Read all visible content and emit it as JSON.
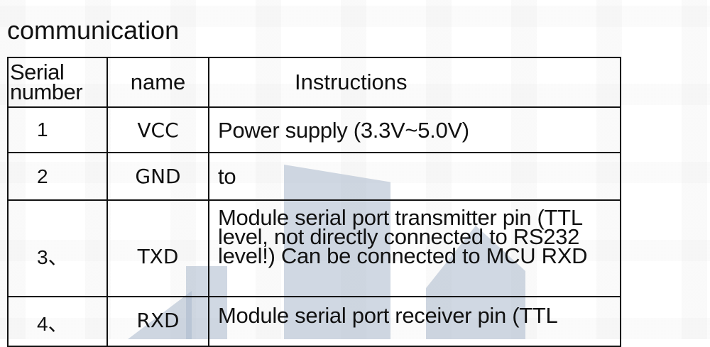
{
  "heading": "communication",
  "table": {
    "headers": {
      "serial_line1": "Serial",
      "serial_line2": "number",
      "name": "name",
      "instructions": "Instructions"
    },
    "rows": [
      {
        "serial": "1",
        "name": "VCC",
        "instructions": "Power supply (3.3V~5.0V)"
      },
      {
        "serial": "2",
        "name": "GND",
        "instructions": "to"
      },
      {
        "serial": "3、",
        "name": "TXD",
        "instructions": "Module serial port transmitter pin (TTL level, not directly connected to RS232 level!) Can be connected to MCU RXD"
      },
      {
        "serial": "4、",
        "name": "RXD",
        "instructions": "Module serial port receiver pin (TTL"
      }
    ]
  }
}
